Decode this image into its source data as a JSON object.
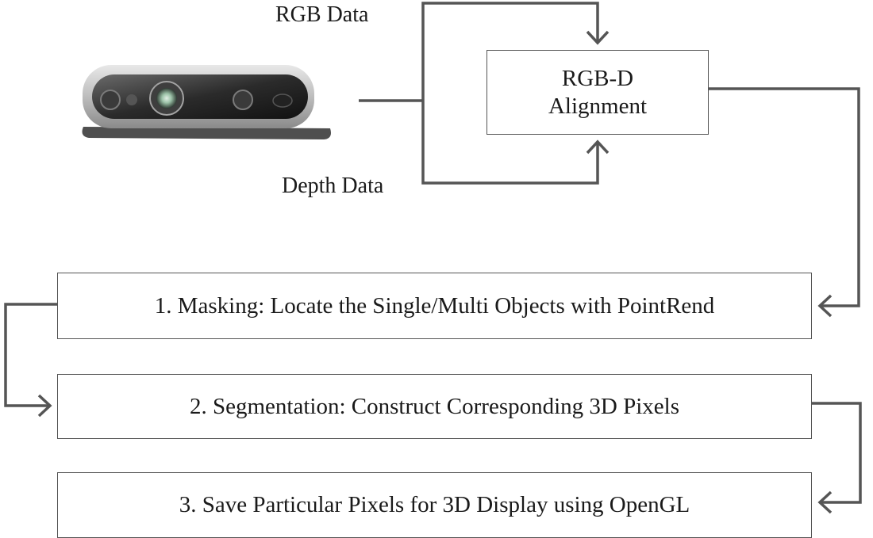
{
  "labels": {
    "rgb": "RGB Data",
    "depth": "Depth Data"
  },
  "alignment": {
    "line1": "RGB-D",
    "line2": "Alignment"
  },
  "steps": [
    "1. Masking: Locate the Single/Multi Objects with PointRend",
    "2. Segmentation: Construct Corresponding 3D Pixels",
    "3. Save Particular Pixels for 3D Display using OpenGL"
  ],
  "icons": {
    "camera": "depth-camera-icon"
  },
  "colors": {
    "line": "#555555",
    "text": "#1a1a1a"
  }
}
